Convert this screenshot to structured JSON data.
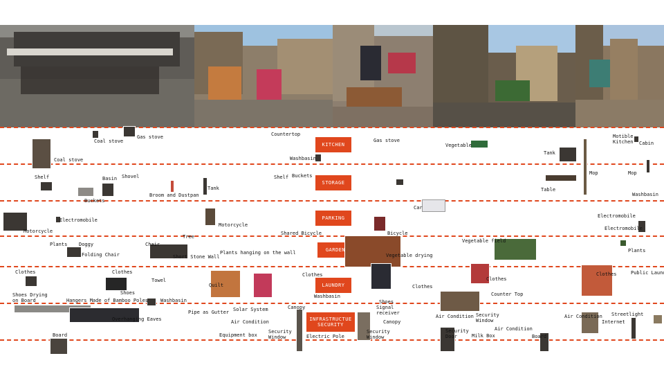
{
  "photos": [
    {
      "name": "photo-courtyard",
      "sky": "#8b8a85",
      "ground": "#6d6a63",
      "building": "#4a4744"
    },
    {
      "name": "photo-alley-laundry",
      "sky": "#9ec2e0",
      "ground": "#7c7468",
      "building": "#a38f73"
    },
    {
      "name": "photo-vegetable-stall",
      "sky": "#b9c6cf",
      "ground": "#7e7062",
      "building": "#9b8c78"
    },
    {
      "name": "photo-lane",
      "sky": "#a8c7e3",
      "ground": "#565047",
      "building": "#8c7a60"
    },
    {
      "name": "photo-side-street",
      "sky": "#a9c3de",
      "ground": "#8b7b66",
      "building": "#967f62"
    }
  ],
  "categories": {
    "kitchen": "KITCHEN",
    "storage": "STORAGE",
    "parking": "PARKING",
    "garden": "GARDEN",
    "laundry": "LAUNDRY",
    "infrastructure": "INFRASTRUCTUE SECURITY"
  },
  "labels": {
    "coal_stove_1": "Coal stove",
    "gas_stove_1": "Gas stove",
    "coal_stove_2": "Coal stove",
    "countertop": "Countertop",
    "washbasin_1": "Washbasin",
    "gas_stove_2": "Gas stove",
    "vegetable": "Vegetable",
    "motible_kitchen": "Motible Kitchen",
    "cabin": "Cabin",
    "tank_1": "Tank",
    "mop_1": "Mop",
    "mop_2": "Mop",
    "shelf_1": "Shelf",
    "basin": "Basin",
    "shovel": "Shovel",
    "tank_2": "Tank",
    "shelf_2": "Shelf",
    "buckets_1": "Buckets",
    "table": "Table",
    "washbasin_2": "Washbasin",
    "broom_dustpan": "Broom and Dustpan",
    "buckets_2": "Buckets",
    "car": "Car",
    "motorcycle_1": "Motorcycle",
    "electromobile_1": "Electromobile",
    "motorcycle_2": "Motorcycle",
    "shared_bicycle": "Shared Bicycle",
    "bicycle": "Bicycle",
    "electromobile_2": "Electromobile",
    "electromobile_3": "Electromobile",
    "plants_1": "Plants",
    "doggy": "Doggy",
    "chair": "Chair",
    "tree": "Tree",
    "folding_chair": "Folding Chair",
    "stone_wall": "Short Stone Wall",
    "plants_wall": "Plants hanging on the wall",
    "vegetable_field": "Vegetable field",
    "plants_2": "Plants",
    "vegetable_drying": "Vegetable drying",
    "clothes_1": "Clothes",
    "clothes_2": "Clothes",
    "towel": "Towel",
    "clothes_3": "Clothes",
    "clothes_4": "Clothes",
    "public_laundry": "Public Laundry",
    "clothes_5": "Clothes",
    "shoes_board": "Shoes Drying on Board",
    "shoes_1": "Shoes",
    "quilt": "Quilt",
    "clothes_6": "Clothes",
    "counter_top": "Counter Top",
    "hangers": "Hangers Made of Bamboo Poles",
    "washbasin_3": "Washbasin",
    "washbasin_4": "Washbasin",
    "shoes_2": "Shoes",
    "signal_receiver": "Signal receiver",
    "overhanging_eaves": "Overhanging Eaves",
    "pipe_gutter": "Pipe as Gutter",
    "solar_system": "Solar System",
    "canopy_1": "Canopy",
    "canopy_2": "Canopy",
    "air_condition_1": "Air Condition",
    "air_condition_2": "Air Condition",
    "security_window_1": "Security Window",
    "air_condition_3": "Air Condition",
    "air_condition_4": "Air Condition",
    "streetlight": "Streetlight",
    "internet": "Internet",
    "equipment_box": "Equipment box",
    "security_window_2": "Security Window",
    "electric_pole": "Electric Pole",
    "security_window_3": "Security Window",
    "security_door": "Security Door",
    "milk_box": "Milk Box",
    "board_1": "Board",
    "board_2": "Board"
  },
  "colors": {
    "accent": "#e0471d",
    "text": "#111111",
    "background": "#ffffff"
  }
}
